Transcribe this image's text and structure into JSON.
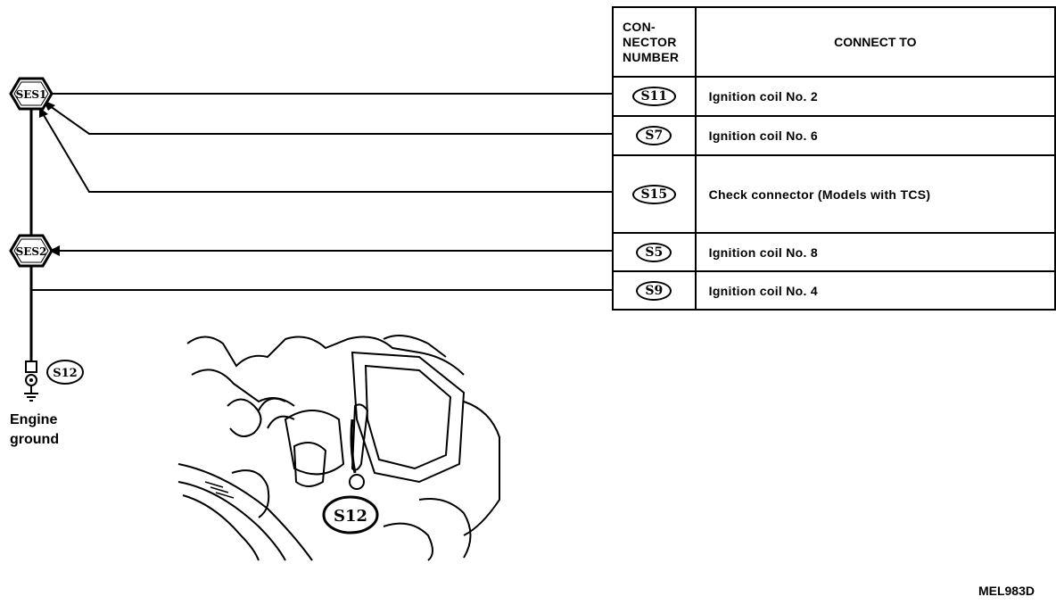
{
  "table": {
    "header_connector": "CON-\nNECTOR\nNUMBER",
    "header_connect_to": "CONNECT TO",
    "rows": [
      {
        "connector": "S11",
        "connect_to": "Ignition coil No. 2"
      },
      {
        "connector": "S7",
        "connect_to": "Ignition coil No. 6"
      },
      {
        "connector": "S15",
        "connect_to": "Check connector (Models with TCS)"
      },
      {
        "connector": "S5",
        "connect_to": "Ignition coil No. 8"
      },
      {
        "connector": "S9",
        "connect_to": "Ignition coil No. 4"
      }
    ]
  },
  "junctions": {
    "ses1": "SES1",
    "ses2": "SES2"
  },
  "ground": {
    "connector": "S12",
    "label_line1": "Engine",
    "label_line2": "ground"
  },
  "illustration": {
    "callout": "S12"
  },
  "figure_code": "MEL983D"
}
